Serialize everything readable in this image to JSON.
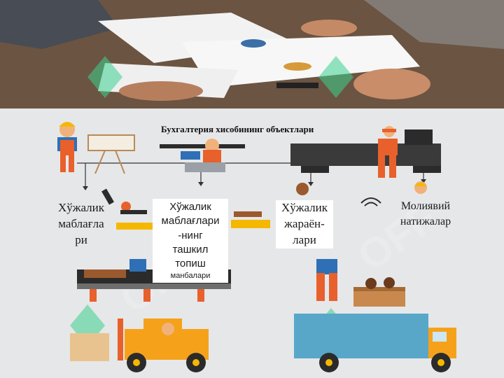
{
  "diagram": {
    "title": "Бухгалтерия хисобининг объектлари",
    "labels": [
      {
        "line1": "Хўжалик",
        "line2": "маблағла",
        "line3": "ри"
      },
      {
        "line1": "Хўжалик",
        "line2": "маблағлари",
        "line3": "-нинг",
        "line4": "ташкил",
        "line5": "топиш",
        "line6": "манбалари"
      },
      {
        "line1": "Хўжалик",
        "line2": "жараён-",
        "line3": "лари"
      },
      {
        "line1": "Молиявий",
        "line2": "натижалар"
      }
    ]
  },
  "colors": {
    "orange": "#e8602c",
    "blue": "#2f6fb6",
    "yellow": "#f5b800",
    "dark": "#2b2b2b",
    "watermark": "#3ccf8e"
  }
}
